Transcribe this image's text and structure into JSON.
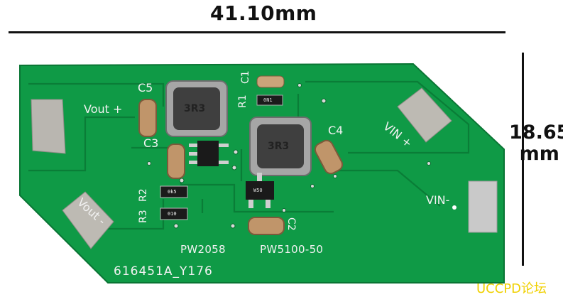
{
  "dimensions": {
    "width_label": "41.10mm",
    "height_value": "18.65",
    "height_unit": "mm"
  },
  "board_marking": "616451A_Y176",
  "watermark": "UCCPD论坛",
  "silkscreen": {
    "vout_plus": "Vout +",
    "vout_minus": "Vout -",
    "vin_plus": "VIN +",
    "vin_minus": "VIN-",
    "c5": "C5",
    "c3": "C3",
    "c4": "C4",
    "c2": "C2",
    "c1": "C1",
    "r1": "R1",
    "r2": "R2",
    "r3": "R3",
    "ic1": "PW2058",
    "ic2": "PW5100-50"
  },
  "inductor_marking": "3R3",
  "chip_codes": {
    "ic1": "",
    "ic2": "W50"
  },
  "resistor_codes": {
    "r1": "0N1",
    "r2": "0k5",
    "r3": "010"
  },
  "colors": {
    "pcb_green": "#0f9a46",
    "trace_green": "#0a7d37",
    "solder_silver": "#b9b6b0",
    "watermark_yellow": "#f0d000"
  }
}
